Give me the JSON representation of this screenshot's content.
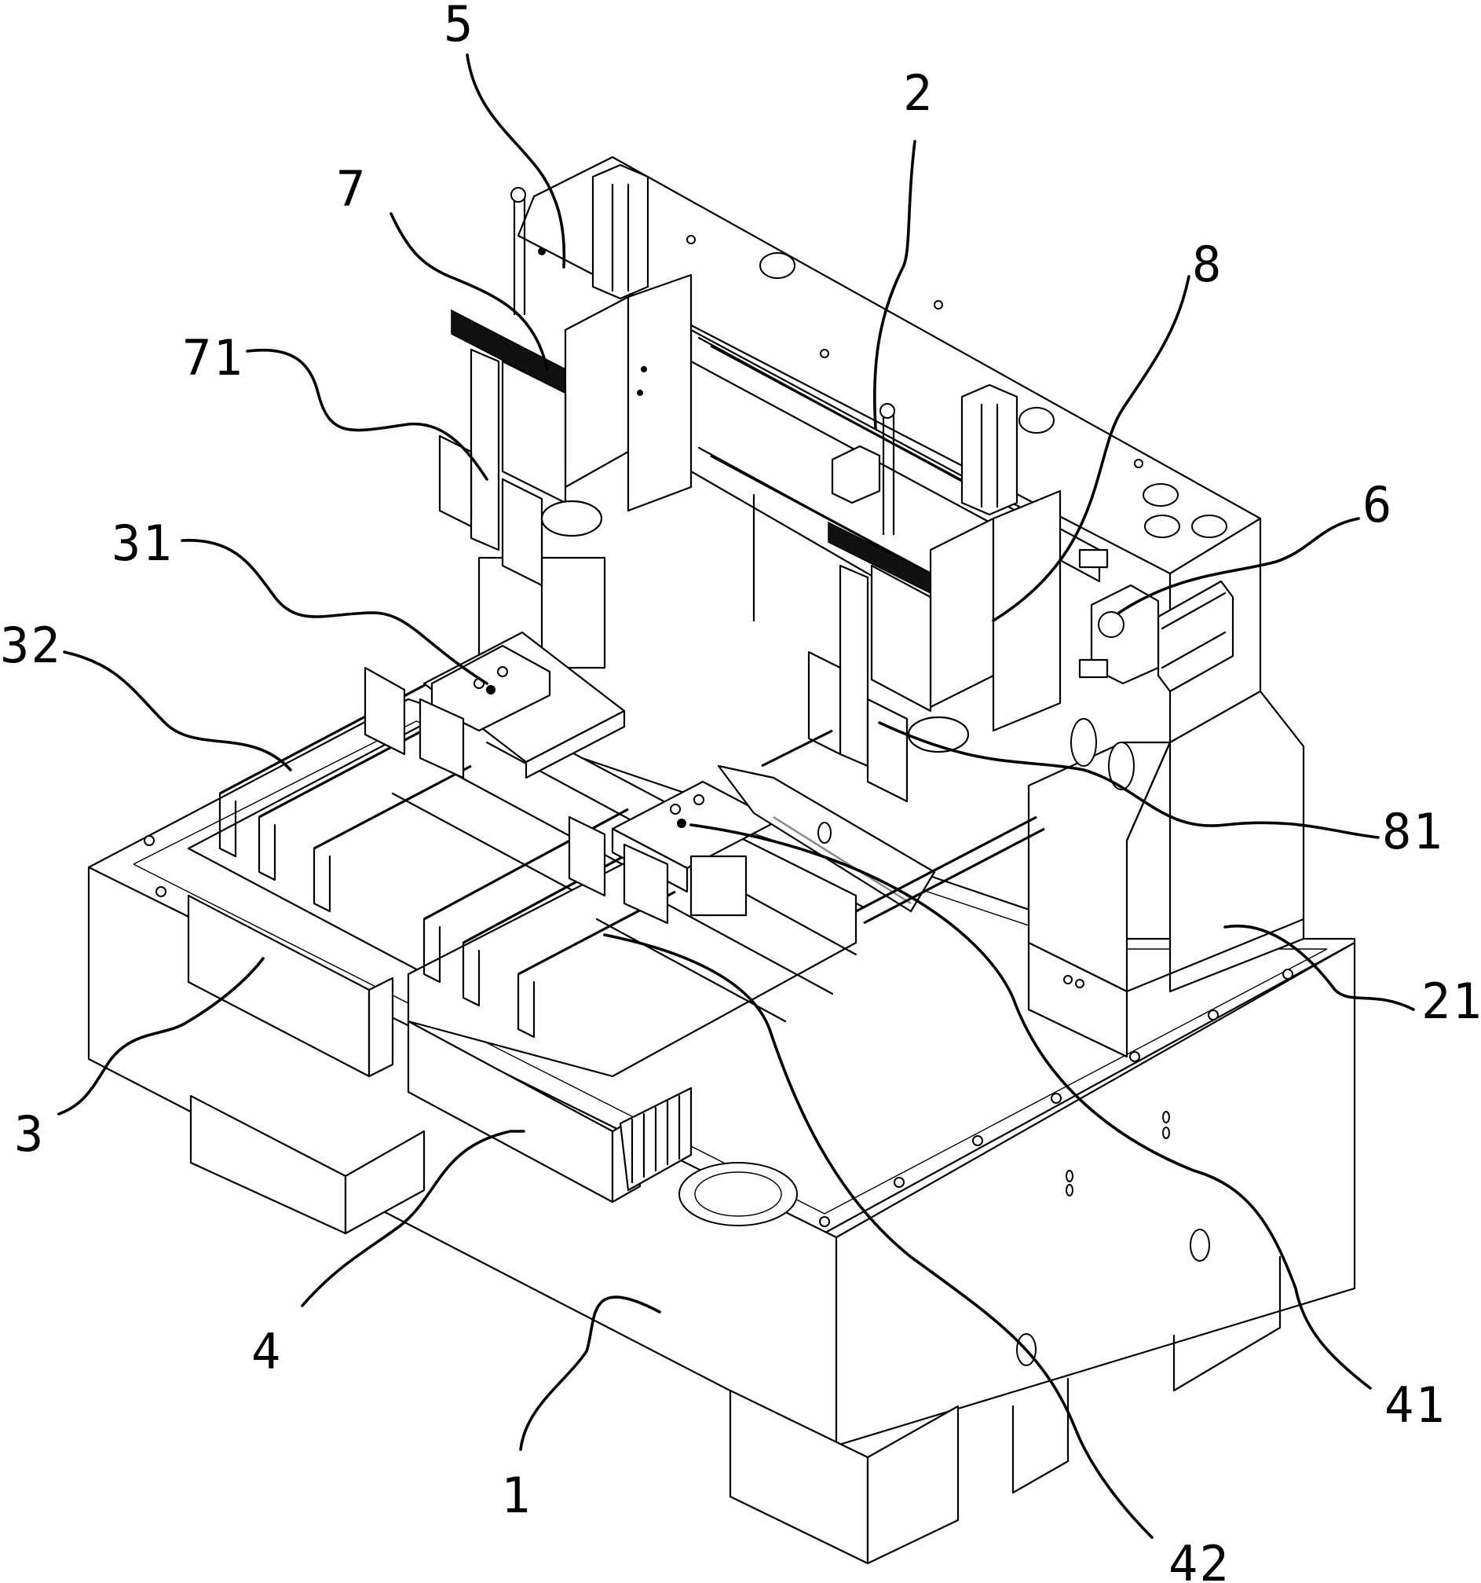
{
  "figure": {
    "type": "patent-isometric-drawing",
    "subject": "Dual-gantry automated machine with base, tray modules and working heads",
    "background_color": "#ffffff",
    "line_color": "#000000"
  },
  "labels": [
    {
      "id": "5",
      "text": "5",
      "part": "component-5"
    },
    {
      "id": "2",
      "text": "2",
      "part": "gantry-frame"
    },
    {
      "id": "7",
      "text": "7",
      "part": "left-working-head"
    },
    {
      "id": "8",
      "text": "8",
      "part": "right-working-head"
    },
    {
      "id": "71",
      "text": "71",
      "part": "left-head-gripper"
    },
    {
      "id": "6",
      "text": "6",
      "part": "drive-motor"
    },
    {
      "id": "31",
      "text": "31",
      "part": "left-tray-plate"
    },
    {
      "id": "32",
      "text": "32",
      "part": "left-tray-rack"
    },
    {
      "id": "81",
      "text": "81",
      "part": "right-head-gripper"
    },
    {
      "id": "21",
      "text": "21",
      "part": "gantry-support-column"
    },
    {
      "id": "3",
      "text": "3",
      "part": "left-tray-module"
    },
    {
      "id": "4",
      "text": "4",
      "part": "right-tray-module"
    },
    {
      "id": "1",
      "text": "1",
      "part": "machine-base"
    },
    {
      "id": "41",
      "text": "41",
      "part": "right-tray-plate"
    },
    {
      "id": "42",
      "text": "42",
      "part": "right-tray-rack"
    }
  ]
}
